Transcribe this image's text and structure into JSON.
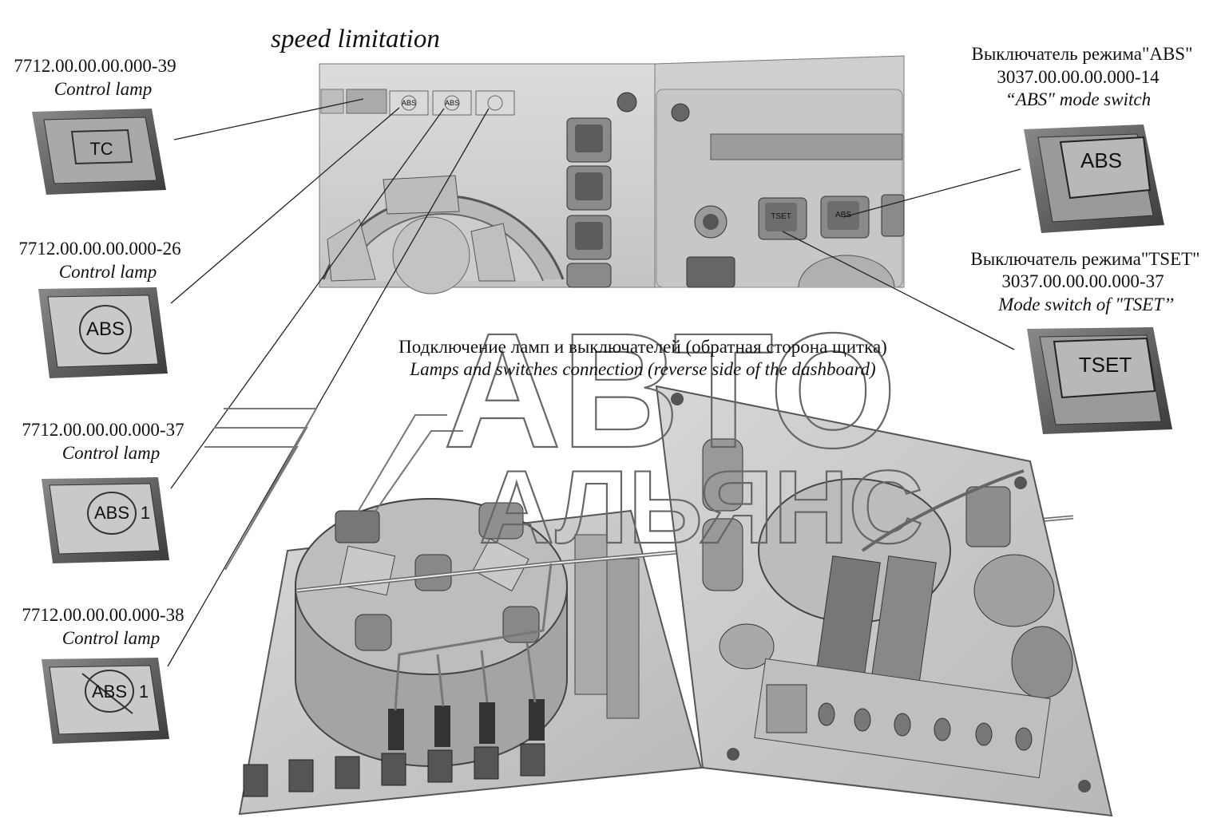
{
  "header": {
    "title": "speed limitation"
  },
  "lamps": [
    {
      "part": "7712.00.00.00.000-39",
      "caption": "Control lamp",
      "glyph": "TC",
      "suffix": ""
    },
    {
      "part": "7712.00.00.00.000-26",
      "caption": "Control lamp",
      "glyph": "ABS",
      "suffix": ""
    },
    {
      "part": "7712.00.00.00.000-37",
      "caption": "Control lamp",
      "glyph": "ABS",
      "suffix": "1"
    },
    {
      "part": "7712.00.00.00.000-38",
      "caption": "Control lamp",
      "glyph": "ABS",
      "suffix": "1"
    }
  ],
  "switches": [
    {
      "title_ru": "Выключатель режима\"ABS\"",
      "part": "3037.00.00.00.000-14",
      "caption": "“ABS\" mode switch",
      "key": "ABS"
    },
    {
      "title_ru": "Выключатель режима\"TSET\"",
      "part": "3037.00.00.00.000-37",
      "caption": "Mode switch of  \"TSET’’",
      "key": "TSET"
    }
  ],
  "connection": {
    "title_ru": "Подключение ламп и выключателей (обратная сторона щитка)",
    "title_en": "Lamps and switches connection (reverse side of the dashboard)"
  },
  "dashboard": {
    "upper_buttons": [
      "ABS",
      "ABS"
    ],
    "lower_buttons": [
      "TSET",
      "ABS"
    ]
  },
  "watermark": {
    "line1": "АВТО",
    "line2": "АЛЬЯНС"
  },
  "colors": {
    "panel": "#d4d4d4",
    "panel_dark": "#8e8e8e",
    "pcb": "#c9c9c9",
    "ink": "#111111"
  }
}
